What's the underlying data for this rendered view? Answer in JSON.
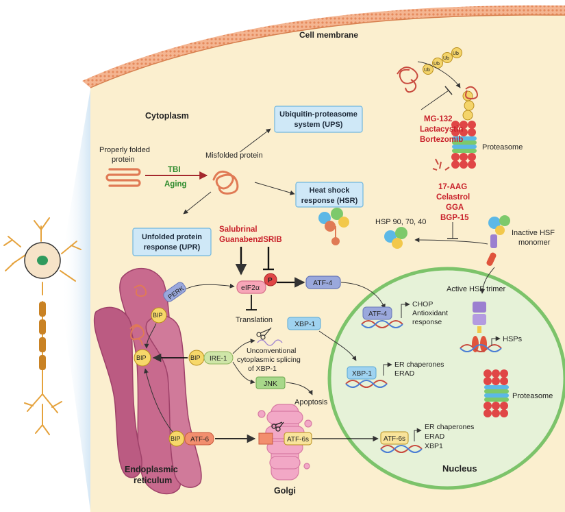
{
  "labels": {
    "cell_membrane": "Cell membrane",
    "cytoplasm": "Cytoplasm",
    "nucleus": "Nucleus",
    "er": [
      "Endoplasmic",
      "reticulum"
    ],
    "golgi": "Golgi",
    "proteasome": "Proteasome",
    "proteasome_nucleus": "Proteasome",
    "properly_folded": [
      "Properly folded",
      "protein"
    ],
    "misfolded": "Misfolded protein",
    "tbi": "TBI",
    "aging": "Aging",
    "ups_box": [
      "Ubiquitin-proteasome",
      "system (UPS)"
    ],
    "hsr_box": [
      "Heat shock",
      "response (HSR)"
    ],
    "upr_box": [
      "Unfolded protein",
      "response (UPR)"
    ],
    "hsp": "HSP 90, 70, 40",
    "inactive_hsf": [
      "Inactive HSF",
      "monomer"
    ],
    "active_hsf": "Active HSF trimer",
    "hsps": "HSPs",
    "translation": "Translation",
    "splicing": [
      "Unconventional",
      "cytoplasmic splicing",
      "of XBP-1"
    ],
    "apoptosis": "Apoptosis",
    "chop": [
      "CHOP",
      "Antioxidant",
      "response"
    ],
    "xbp_targets": [
      "ER chaperones",
      "ERAD"
    ],
    "atf6_targets": [
      "ER chaperones",
      "ERAD",
      "XBP1"
    ],
    "ub": "Ub",
    "phospho": "P"
  },
  "drugs": {
    "ups_inhibitors": [
      "MG-132",
      "Lactacystin",
      "Bortezomib"
    ],
    "hsp_inhibitors": [
      "17-AAG",
      "Celastrol",
      "GGA",
      "BGP-15"
    ],
    "salubrinal": [
      "Salubrinal",
      "Guanabenz"
    ],
    "isrib": "ISRIB"
  },
  "proteins": {
    "perk": "PERK",
    "ire1": "IRE-1",
    "atf6": "ATF-6",
    "bip": "BIP",
    "eif2a": "eIF2α",
    "atf4": "ATF-4",
    "atf4_n": "ATF-4",
    "xbp1": "XBP-1",
    "xbp1_n": "XBP-1",
    "jnk": "JNK",
    "atf6s": "ATF-6s",
    "atf6s_n": "ATF-6s"
  },
  "colors": {
    "cytoplasm": "#fbefcf",
    "membrane": "#f1a67e",
    "nucleus_fill": "#e6f2d8",
    "nucleus_stroke": "#7cc36a",
    "er": "#c86a8e",
    "golgi": "#f2a8c6",
    "drug_red": "#c8202a",
    "aging_green": "#2c8a2c",
    "box_fill": "#cfe8f7",
    "box_stroke": "#6fb6de"
  }
}
